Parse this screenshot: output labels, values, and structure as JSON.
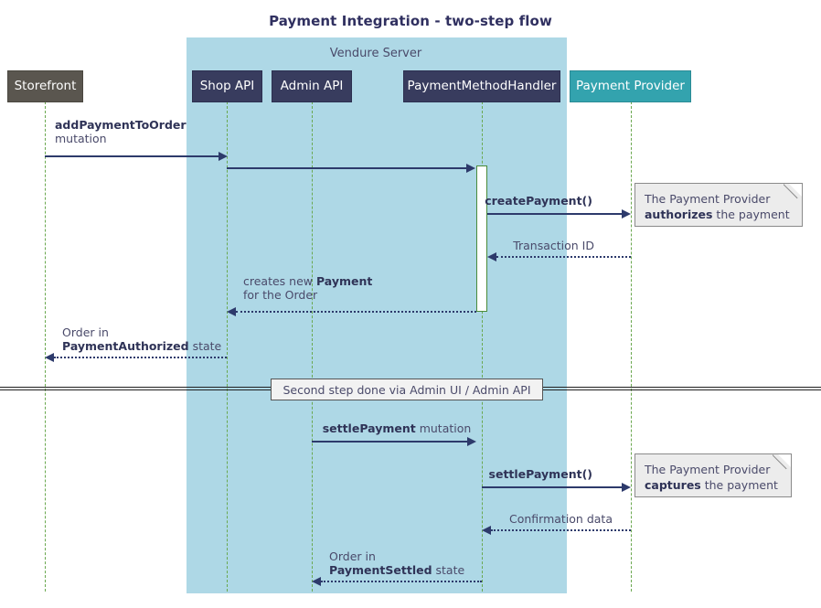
{
  "diagram": {
    "title": "Payment Integration - two-step flow",
    "type": "sequence-diagram",
    "colors": {
      "title": "#303060",
      "group_fill": "#aed8e6",
      "participant_external": "#5a564f",
      "participant_api": "#383c5e",
      "participant_provider": "#33a3ae",
      "lifeline": "#6aa84f",
      "arrow": "#2d3a6b",
      "note_fill": "#ececec",
      "activation_border": "#4a8b3a"
    }
  },
  "group": {
    "label": "Vendure Server"
  },
  "participants": [
    {
      "id": "storefront",
      "label": "Storefront",
      "kind": "external"
    },
    {
      "id": "shop_api",
      "label": "Shop API",
      "kind": "api"
    },
    {
      "id": "admin_api",
      "label": "Admin API",
      "kind": "api"
    },
    {
      "id": "payment_method_handler",
      "label": "PaymentMethodHandler",
      "kind": "api"
    },
    {
      "id": "payment_provider",
      "label": "Payment Provider",
      "kind": "provider"
    }
  ],
  "messages": [
    {
      "id": "m1",
      "from": "storefront",
      "to": "shop_api",
      "style": "solid",
      "direction": "right",
      "label_bold": "addPaymentToOrder",
      "label_rest": "",
      "label_line2": "mutation"
    },
    {
      "id": "m2",
      "from": "shop_api",
      "to": "payment_method_handler",
      "style": "solid",
      "direction": "right",
      "label_bold": "",
      "label_rest": "",
      "label_line2": ""
    },
    {
      "id": "m3",
      "from": "payment_method_handler",
      "to": "payment_provider",
      "style": "solid",
      "direction": "right",
      "label_bold": "createPayment()",
      "label_rest": "",
      "label_line2": ""
    },
    {
      "id": "m4",
      "from": "payment_provider",
      "to": "payment_method_handler",
      "style": "dotted",
      "direction": "left",
      "label_bold": "",
      "label_rest": "Transaction ID",
      "label_line2": ""
    },
    {
      "id": "m5",
      "from": "payment_method_handler",
      "to": "shop_api",
      "style": "dotted",
      "direction": "left",
      "label_pre": "creates new ",
      "label_bold": "Payment",
      "label_rest": "",
      "label_line2": "for the Order"
    },
    {
      "id": "m6",
      "from": "shop_api",
      "to": "storefront",
      "style": "dotted",
      "direction": "left",
      "label_line1": "Order in",
      "label_bold": "PaymentAuthorized",
      "label_rest": " state"
    },
    {
      "id": "m7",
      "from": "admin_api",
      "to": "payment_method_handler",
      "style": "solid",
      "direction": "right",
      "label_bold": "settlePayment",
      "label_rest": " mutation",
      "label_line2": ""
    },
    {
      "id": "m8",
      "from": "payment_method_handler",
      "to": "payment_provider",
      "style": "solid",
      "direction": "right",
      "label_bold": "settlePayment()",
      "label_rest": "",
      "label_line2": ""
    },
    {
      "id": "m9",
      "from": "payment_provider",
      "to": "payment_method_handler",
      "style": "dotted",
      "direction": "left",
      "label_bold": "",
      "label_rest": "Confirmation data",
      "label_line2": ""
    },
    {
      "id": "m10",
      "from": "payment_method_handler",
      "to": "admin_api",
      "style": "dotted",
      "direction": "left",
      "label_line1": "Order in",
      "label_bold": "PaymentSettled",
      "label_rest": " state"
    }
  ],
  "notes": [
    {
      "id": "note1",
      "line1": "The Payment Provider",
      "bold": "authorizes",
      "rest": " the payment"
    },
    {
      "id": "note2",
      "line1": "The Payment Provider",
      "bold": "captures",
      "rest": " the payment"
    }
  ],
  "divider": {
    "label": "Second step done via Admin UI / Admin API"
  }
}
